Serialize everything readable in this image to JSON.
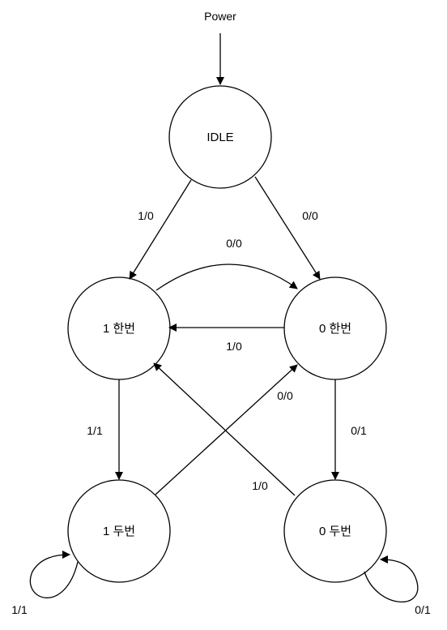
{
  "diagram": {
    "power_label": "Power",
    "states": {
      "idle": "IDLE",
      "one_once": "1 한번",
      "zero_once": "0 한번",
      "one_twice": "1 두번",
      "zero_twice": "0 두번"
    },
    "edges": {
      "idle_to_one_once": "1/0",
      "idle_to_zero_once": "0/0",
      "one_once_to_zero_once": "0/0",
      "zero_once_to_one_once": "1/0",
      "one_once_to_one_twice": "1/1",
      "one_twice_to_zero_once": "0/0",
      "zero_once_to_zero_twice": "0/1",
      "zero_twice_to_one_once": "1/0",
      "one_twice_self": "1/1",
      "zero_twice_self": "0/1"
    }
  }
}
